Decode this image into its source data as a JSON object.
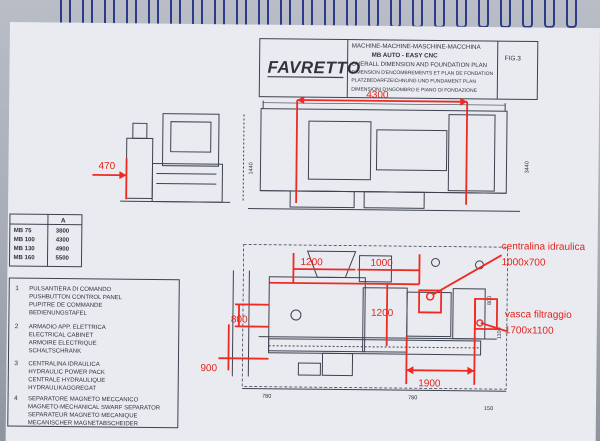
{
  "title_block": {
    "logo": "FAVRETTO",
    "title_lines": [
      "MACHINE-MACHINE-MASCHINE-MACCHINA",
      "MB AUTO - EASY CNC",
      "OVERALL DIMENSION AND FOUNDATION PLAN",
      "DIMENSION D'ENCOMBREMENTS ET PLAN DE FONDATION",
      "PLATZBEDARFZEICHNUNG UND FUNDAMENT PLAN",
      "DIMENSIONI D'INGOMBRO E PIANO DI FONDAZIONE"
    ],
    "fig": "FIG.3"
  },
  "size_table": {
    "header": "A",
    "rows": [
      {
        "model": "MB 75",
        "value": "3800"
      },
      {
        "model": "MB 100",
        "value": "4300"
      },
      {
        "model": "MB 130",
        "value": "4900"
      },
      {
        "model": "MB 160",
        "value": "5500"
      }
    ]
  },
  "legend": [
    {
      "num": "1",
      "lines": [
        "PULSANTIERA DI COMANDO",
        "PUSHBUTTON CONTROL PANEL",
        "PUPITRE DE COMMANDE",
        "BEDIENUNGSTAFEL"
      ]
    },
    {
      "num": "2",
      "lines": [
        "ARMADIO APP. ELETTRICA",
        "ELECTRICAL CABINET",
        "ARMOIRE ELECTRIQUE",
        "SCHALTSCHRANK"
      ]
    },
    {
      "num": "3",
      "lines": [
        "CENTRALINA IDRAULICA",
        "HYDRAULIC POWER PACK",
        "CENTRALE HYDRAULIQUE",
        "HYDRAULIKAGGREGAT"
      ]
    },
    {
      "num": "4",
      "lines": [
        "SEPARATORE MAGNETO MECCANICO",
        "MAGNETO-MECHANICAL SWARF SEPARATOR",
        "SEPARATEUR MAGNETO MECANIQUE",
        "MECANISCHER MAGNETABSCHEIDER"
      ]
    }
  ],
  "drawing_dims": {
    "top_width": "4300",
    "height": "1440",
    "front": "3440"
  },
  "red_annotations": {
    "dim_470": "470",
    "dim_1200": "1200",
    "dim_1000": "1000",
    "dim_1200b": "1200",
    "dim_800": "800",
    "dim_900": "900",
    "dim_1900": "1900",
    "hyd_label": "centralina idraulica",
    "hyd_size": "1000x700",
    "tank_label": "vasca filtraggio",
    "tank_size": "1700x1100"
  },
  "plan_dims": {
    "left_780": "780",
    "bottom_780": "780",
    "d150": "150",
    "d1100": "1100",
    "d800": "800"
  },
  "colors": {
    "annotation": "#e3231c",
    "ink": "#3d4250",
    "paper": "#e9ebf0",
    "binding": "#2d3a8a"
  }
}
